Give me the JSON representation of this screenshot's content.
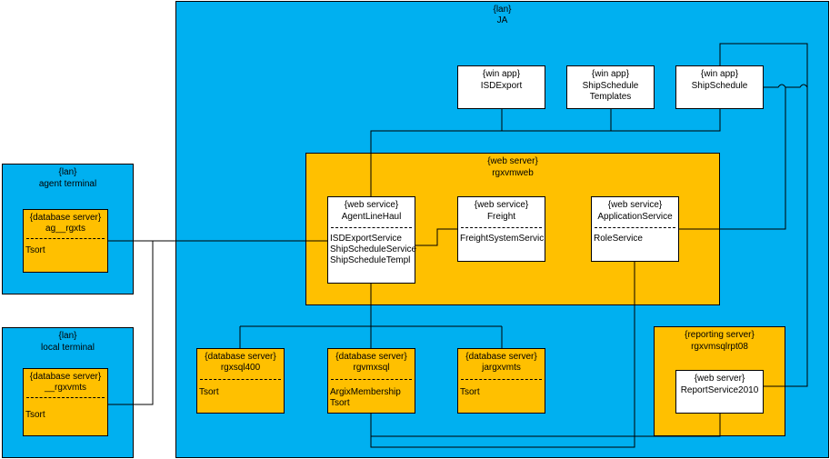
{
  "lan_ja": {
    "stereotype": "{lan}",
    "name": "JA"
  },
  "lan_agent": {
    "stereotype": "{lan}",
    "name": "agent terminal"
  },
  "lan_local": {
    "stereotype": "{lan}",
    "name": "local terminal"
  },
  "db_agents": {
    "stereotype": "{database server}",
    "name": "ag__rgxts",
    "members": [
      "Tsort"
    ]
  },
  "db_local": {
    "stereotype": "{database server}",
    "name": "__rgxvmts",
    "members": [
      "Tsort"
    ]
  },
  "win_isd": {
    "stereotype": "{win app}",
    "name": "ISDExport"
  },
  "win_sst": {
    "stereotype": "{win app}",
    "name": "ShipSchedule",
    "name2": "Templates"
  },
  "win_ss": {
    "stereotype": "{win app}",
    "name": "ShipSchedule"
  },
  "web_server": {
    "stereotype": "{web server}",
    "name": "rgxvmweb"
  },
  "svc_agent": {
    "stereotype": "{web service}",
    "name": "AgentLineHaul",
    "members": [
      "ISDExportService",
      "ShipScheduleService",
      "ShipScheduleTempl"
    ]
  },
  "svc_freight": {
    "stereotype": "{web service}",
    "name": "Freight",
    "members": [
      "FreightSystemServic"
    ]
  },
  "svc_app": {
    "stereotype": "{web service}",
    "name": "ApplicationService",
    "members": [
      "RoleService"
    ]
  },
  "db_sql400": {
    "stereotype": "{database server}",
    "name": "rgxsql400",
    "members": [
      "Tsort"
    ]
  },
  "db_mxsql": {
    "stereotype": "{database server}",
    "name": "rgvmxsql",
    "members": [
      "ArgixMembership",
      "Tsort"
    ]
  },
  "db_jarg": {
    "stereotype": "{database server}",
    "name": "jargxvmts",
    "members": [
      "Tsort"
    ]
  },
  "rpt_server": {
    "stereotype": "{reporting server}",
    "name": "rgxvmsqlrpt08"
  },
  "rpt_web": {
    "stereotype": "{web server}",
    "name": "ReportService2010"
  },
  "colors": {
    "lan": "#00b0f0",
    "server": "#ffc000",
    "component": "#ffffff",
    "line": "#000000"
  }
}
